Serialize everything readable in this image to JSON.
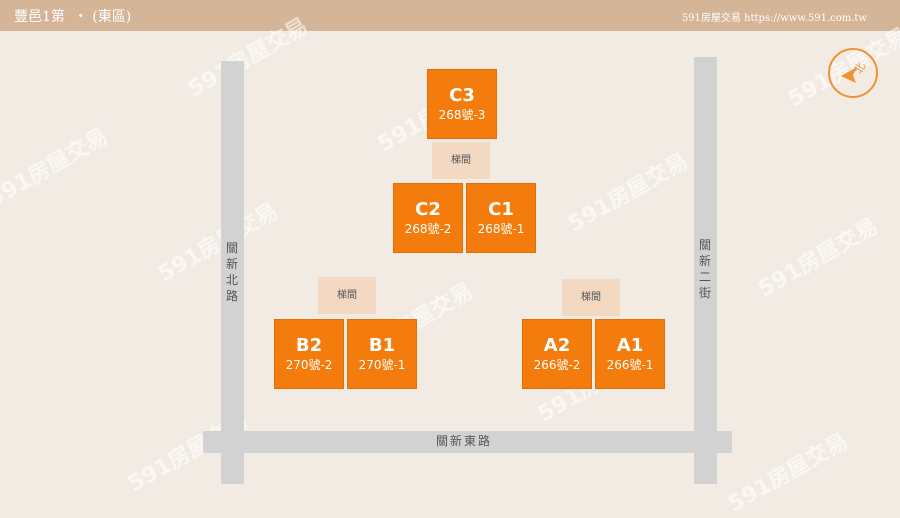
{
  "header": {
    "title": "豐邑1第  ‧ (東區)",
    "site": "591房屋交易 https://www.591.com.tw"
  },
  "roads": {
    "west": "關新北路",
    "east": "關新二街",
    "south": "關新東路"
  },
  "stairs": {
    "label": "梯間"
  },
  "units": [
    {
      "code": "C3",
      "number": "268號-3"
    },
    {
      "code": "C2",
      "number": "268號-2"
    },
    {
      "code": "C1",
      "number": "268號-1"
    },
    {
      "code": "B2",
      "number": "270號-2"
    },
    {
      "code": "B1",
      "number": "270號-1"
    },
    {
      "code": "A2",
      "number": "266號-2"
    },
    {
      "code": "A1",
      "number": "266號-1"
    }
  ],
  "compass": {
    "glyph": "北",
    "icon": "compass-north-arrow-icon"
  },
  "watermark": "591房屋交易",
  "colors": {
    "header": "#d5b597",
    "unit": "#f47c0c",
    "stair": "#f3d8c2",
    "road": "#d3d2d2",
    "background": "#f2ebe4"
  }
}
